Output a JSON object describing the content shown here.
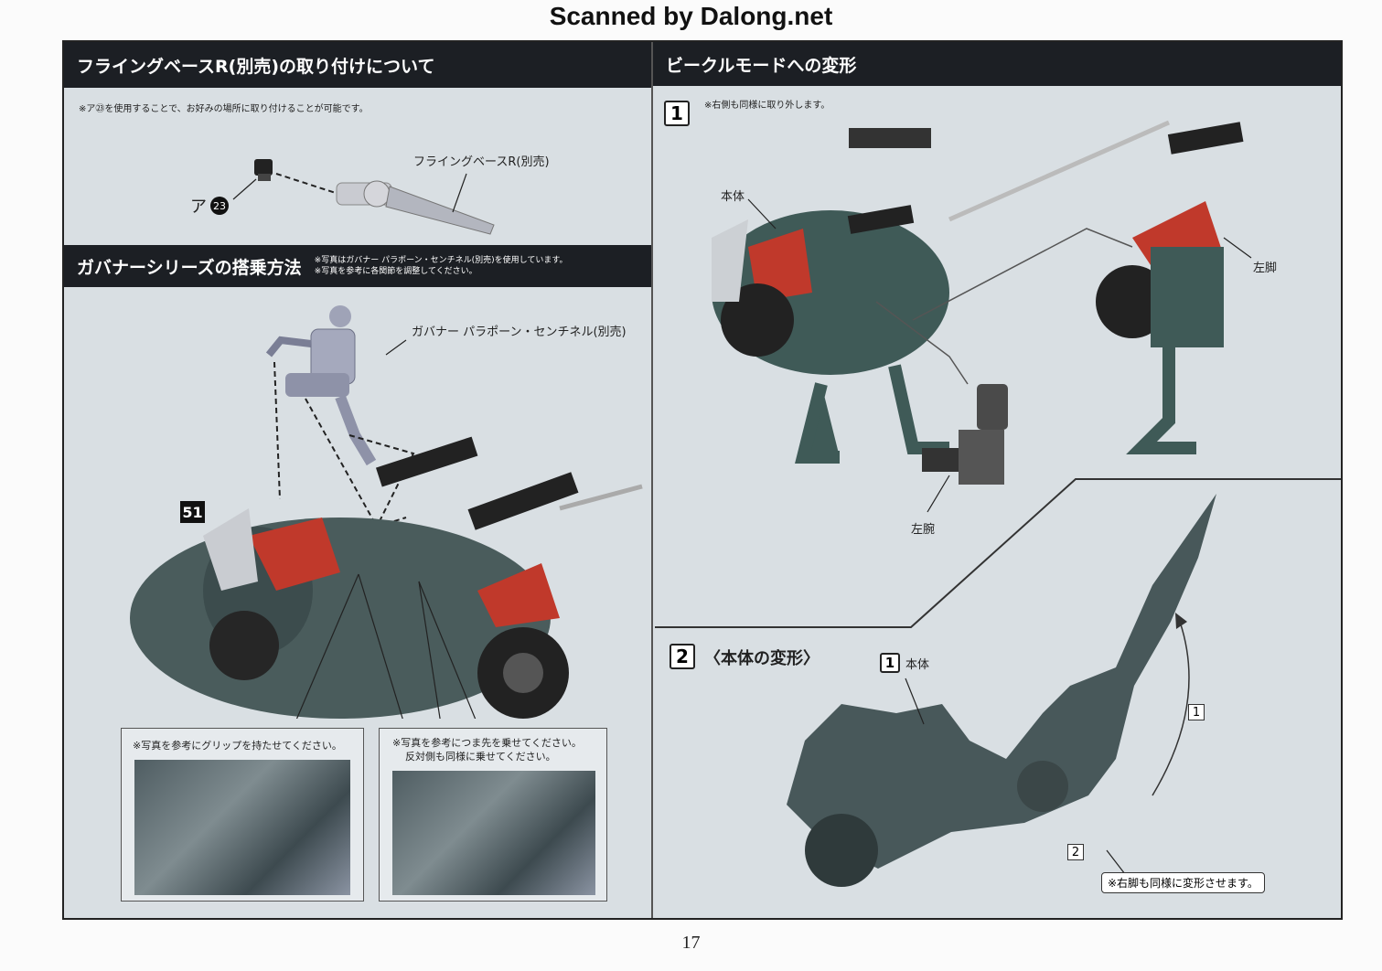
{
  "watermark": "Scanned by Dalong.net",
  "page_number": "17",
  "left": {
    "flying_base": {
      "title": "フライングベースR(別売)の取り付けについて",
      "note": "※ア㉓を使用することで、お好みの場所に取り付けることが可能です。",
      "part_label": "ア",
      "part_number": "23",
      "product_label": "フライングベースR(別売)"
    },
    "governor": {
      "title": "ガバナーシリーズの搭乗方法",
      "note_line1": "※写真はガバナー パラポーン・センチネル(別売)を使用しています。",
      "note_line2": "※写真を参考に各関節を調整してください。",
      "figure_label": "ガバナー パラポーン・センチネル(別売)",
      "step_badge": "51",
      "inset1_note": "※写真を参考にグリップを持たせてください。",
      "inset2_note_line1": "※写真を参考につま先を乗せてください。",
      "inset2_note_line2": "反対側も同様に乗せてください。"
    }
  },
  "right": {
    "title": "ビークルモードへの変形",
    "step1": {
      "number": "1",
      "note": "※右側も同様に取り外します。",
      "body_label": "本体",
      "left_leg_label": "左脚",
      "left_arm_label": "左腕"
    },
    "step2": {
      "number": "2",
      "title": "〈本体の変形〉",
      "ref_number": "1",
      "ref_label": "本体",
      "arrow1": "1",
      "arrow2": "2",
      "note": "※右脚も同様に変形させます。"
    }
  },
  "colors": {
    "header_bg": "#1c1f24",
    "panel_bg": "#d9dfe3",
    "accent_red": "#c0392b",
    "model_green": "#3f5a57"
  }
}
